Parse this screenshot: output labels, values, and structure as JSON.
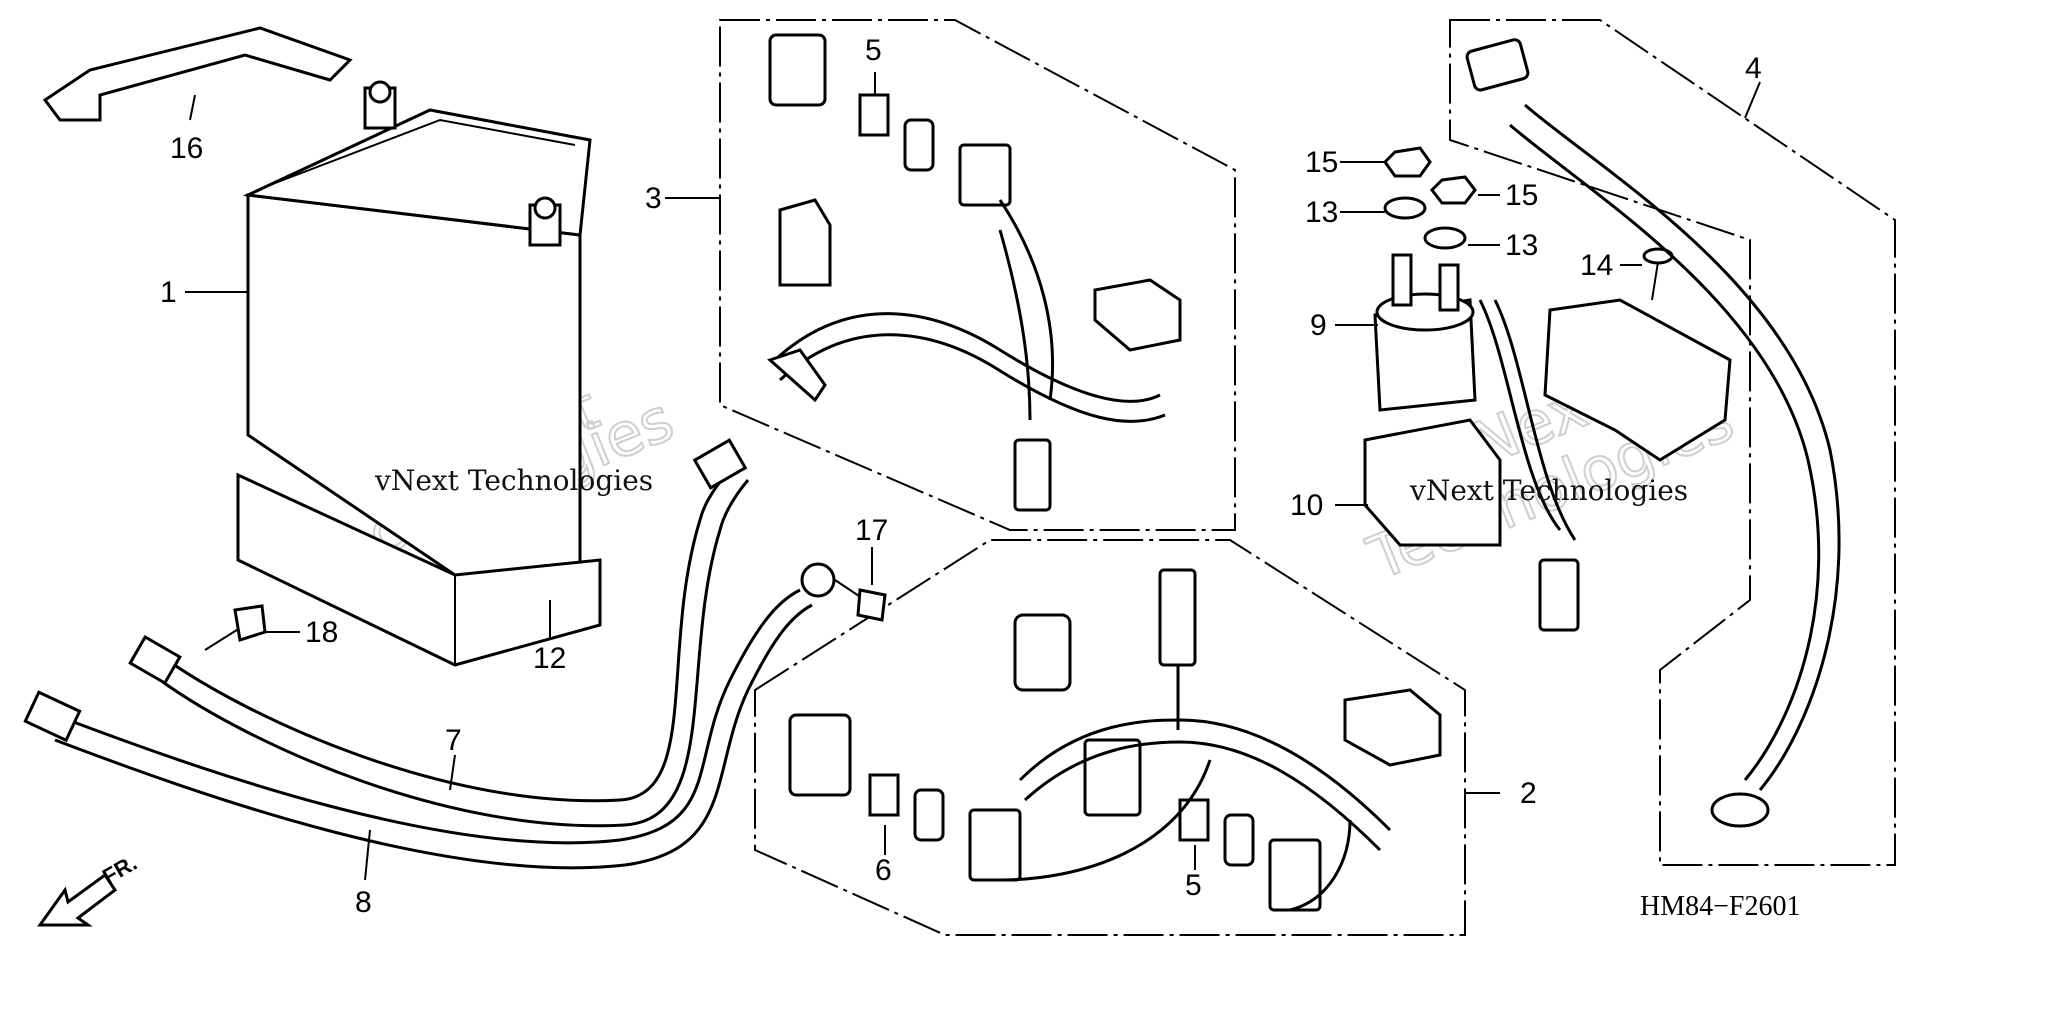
{
  "callouts": {
    "c1": "1",
    "c2": "2",
    "c3": "3",
    "c4": "4",
    "c5a": "5",
    "c5b": "5",
    "c6": "6",
    "c7": "7",
    "c8": "8",
    "c9": "9",
    "c10": "10",
    "c12": "12",
    "c13a": "13",
    "c13b": "13",
    "c14": "14",
    "c15a": "15",
    "c15b": "15",
    "c16": "16",
    "c17": "17",
    "c18": "18"
  },
  "diagram_code": "HM84−F2601",
  "direction_label": "FR.",
  "watermark": {
    "text_left": "vNext Technologies",
    "text_right": "vNext Technologies",
    "big_line1": "vNext",
    "big_line2": "Technologies"
  }
}
